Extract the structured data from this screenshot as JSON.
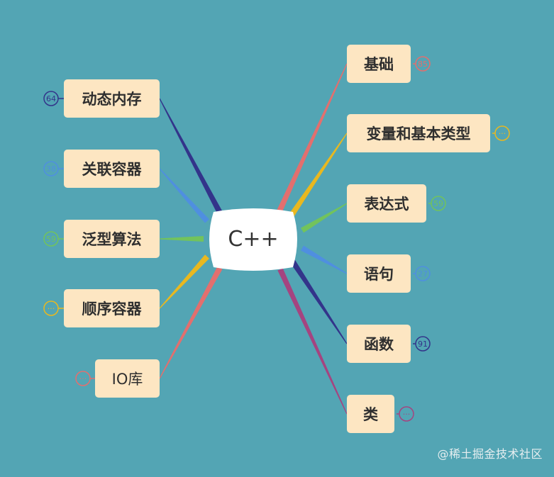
{
  "center": {
    "label": "C++"
  },
  "nodes": [
    {
      "id": "basics",
      "label": "基础",
      "badge": "85",
      "color": "#e36f6e"
    },
    {
      "id": "variables",
      "label": "变量和基本类型",
      "badge": "···",
      "color": "#e9b81f"
    },
    {
      "id": "expressions",
      "label": "表达式",
      "badge": "59",
      "color": "#72c35c"
    },
    {
      "id": "statements",
      "label": "语句",
      "badge": "27",
      "color": "#4f8fe0"
    },
    {
      "id": "functions",
      "label": "函数",
      "badge": "91",
      "color": "#33348a"
    },
    {
      "id": "classes",
      "label": "类",
      "badge": "···",
      "color": "#a54480"
    },
    {
      "id": "dynamic-memory",
      "label": "动态内存",
      "badge": "64",
      "color": "#33348a"
    },
    {
      "id": "associative-containers",
      "label": "关联容器",
      "badge": "38",
      "color": "#4f8fe0"
    },
    {
      "id": "generic-algorithms",
      "label": "泛型算法",
      "badge": "59",
      "color": "#72c35c"
    },
    {
      "id": "sequential-containers",
      "label": "顺序容器",
      "badge": "···",
      "color": "#e9b81f"
    },
    {
      "id": "io-library",
      "label": "IO库",
      "badge": "···",
      "color": "#e36f6e"
    }
  ],
  "watermark": "@稀土掘金技术社区"
}
